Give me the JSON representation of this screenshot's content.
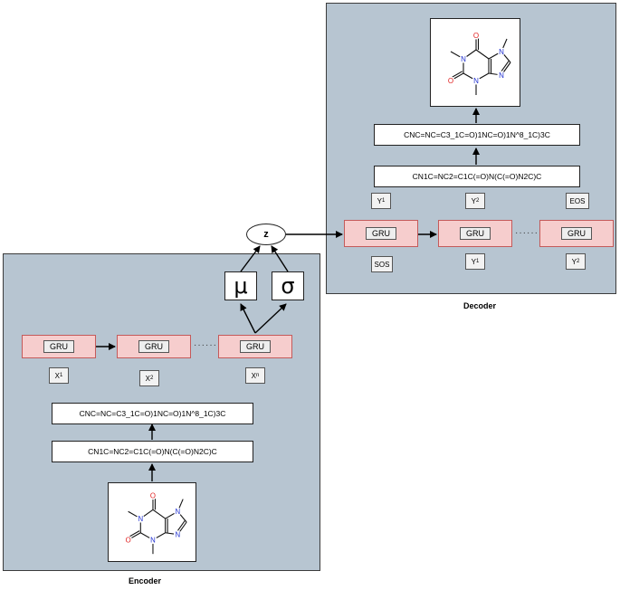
{
  "encoder": {
    "label": "Encoder",
    "gru_label": "GRU",
    "inputs": [
      {
        "base": "X",
        "sub": "1"
      },
      {
        "base": "X",
        "sub": "2"
      },
      {
        "base": "X",
        "sub": "n"
      }
    ],
    "smiles_top": "CNC=NC=C3_1C=O)1NC=O)1N^8_1C)3C",
    "smiles_bottom": "CN1C=NC2=C1C(=O)N(C(=O)N2C)C",
    "mu": "μ",
    "sigma": "σ"
  },
  "latent": {
    "label": "z"
  },
  "decoder": {
    "label": "Decoder",
    "gru_label": "GRU",
    "outputs": [
      {
        "base": "Y",
        "sub": "1"
      },
      {
        "base": "Y",
        "sub": "2"
      },
      {
        "base": "EOS",
        "sub": ""
      }
    ],
    "inputs": [
      {
        "base": "SOS",
        "sub": ""
      },
      {
        "base": "Y",
        "sub": "1"
      },
      {
        "base": "Y",
        "sub": "2"
      }
    ],
    "smiles_top": "CNC=NC=C3_1C=O)1NC=O)1N^8_1C)3C",
    "smiles_bottom": "CN1C=NC2=C1C(=O)N(C(=O)N2C)C"
  },
  "molecule": {
    "atoms": [
      "O",
      "N",
      "N",
      "N",
      "N",
      "O"
    ],
    "colors": {
      "oxygen": "#e02020",
      "nitrogen": "#2030d0",
      "bond": "#111111"
    }
  }
}
